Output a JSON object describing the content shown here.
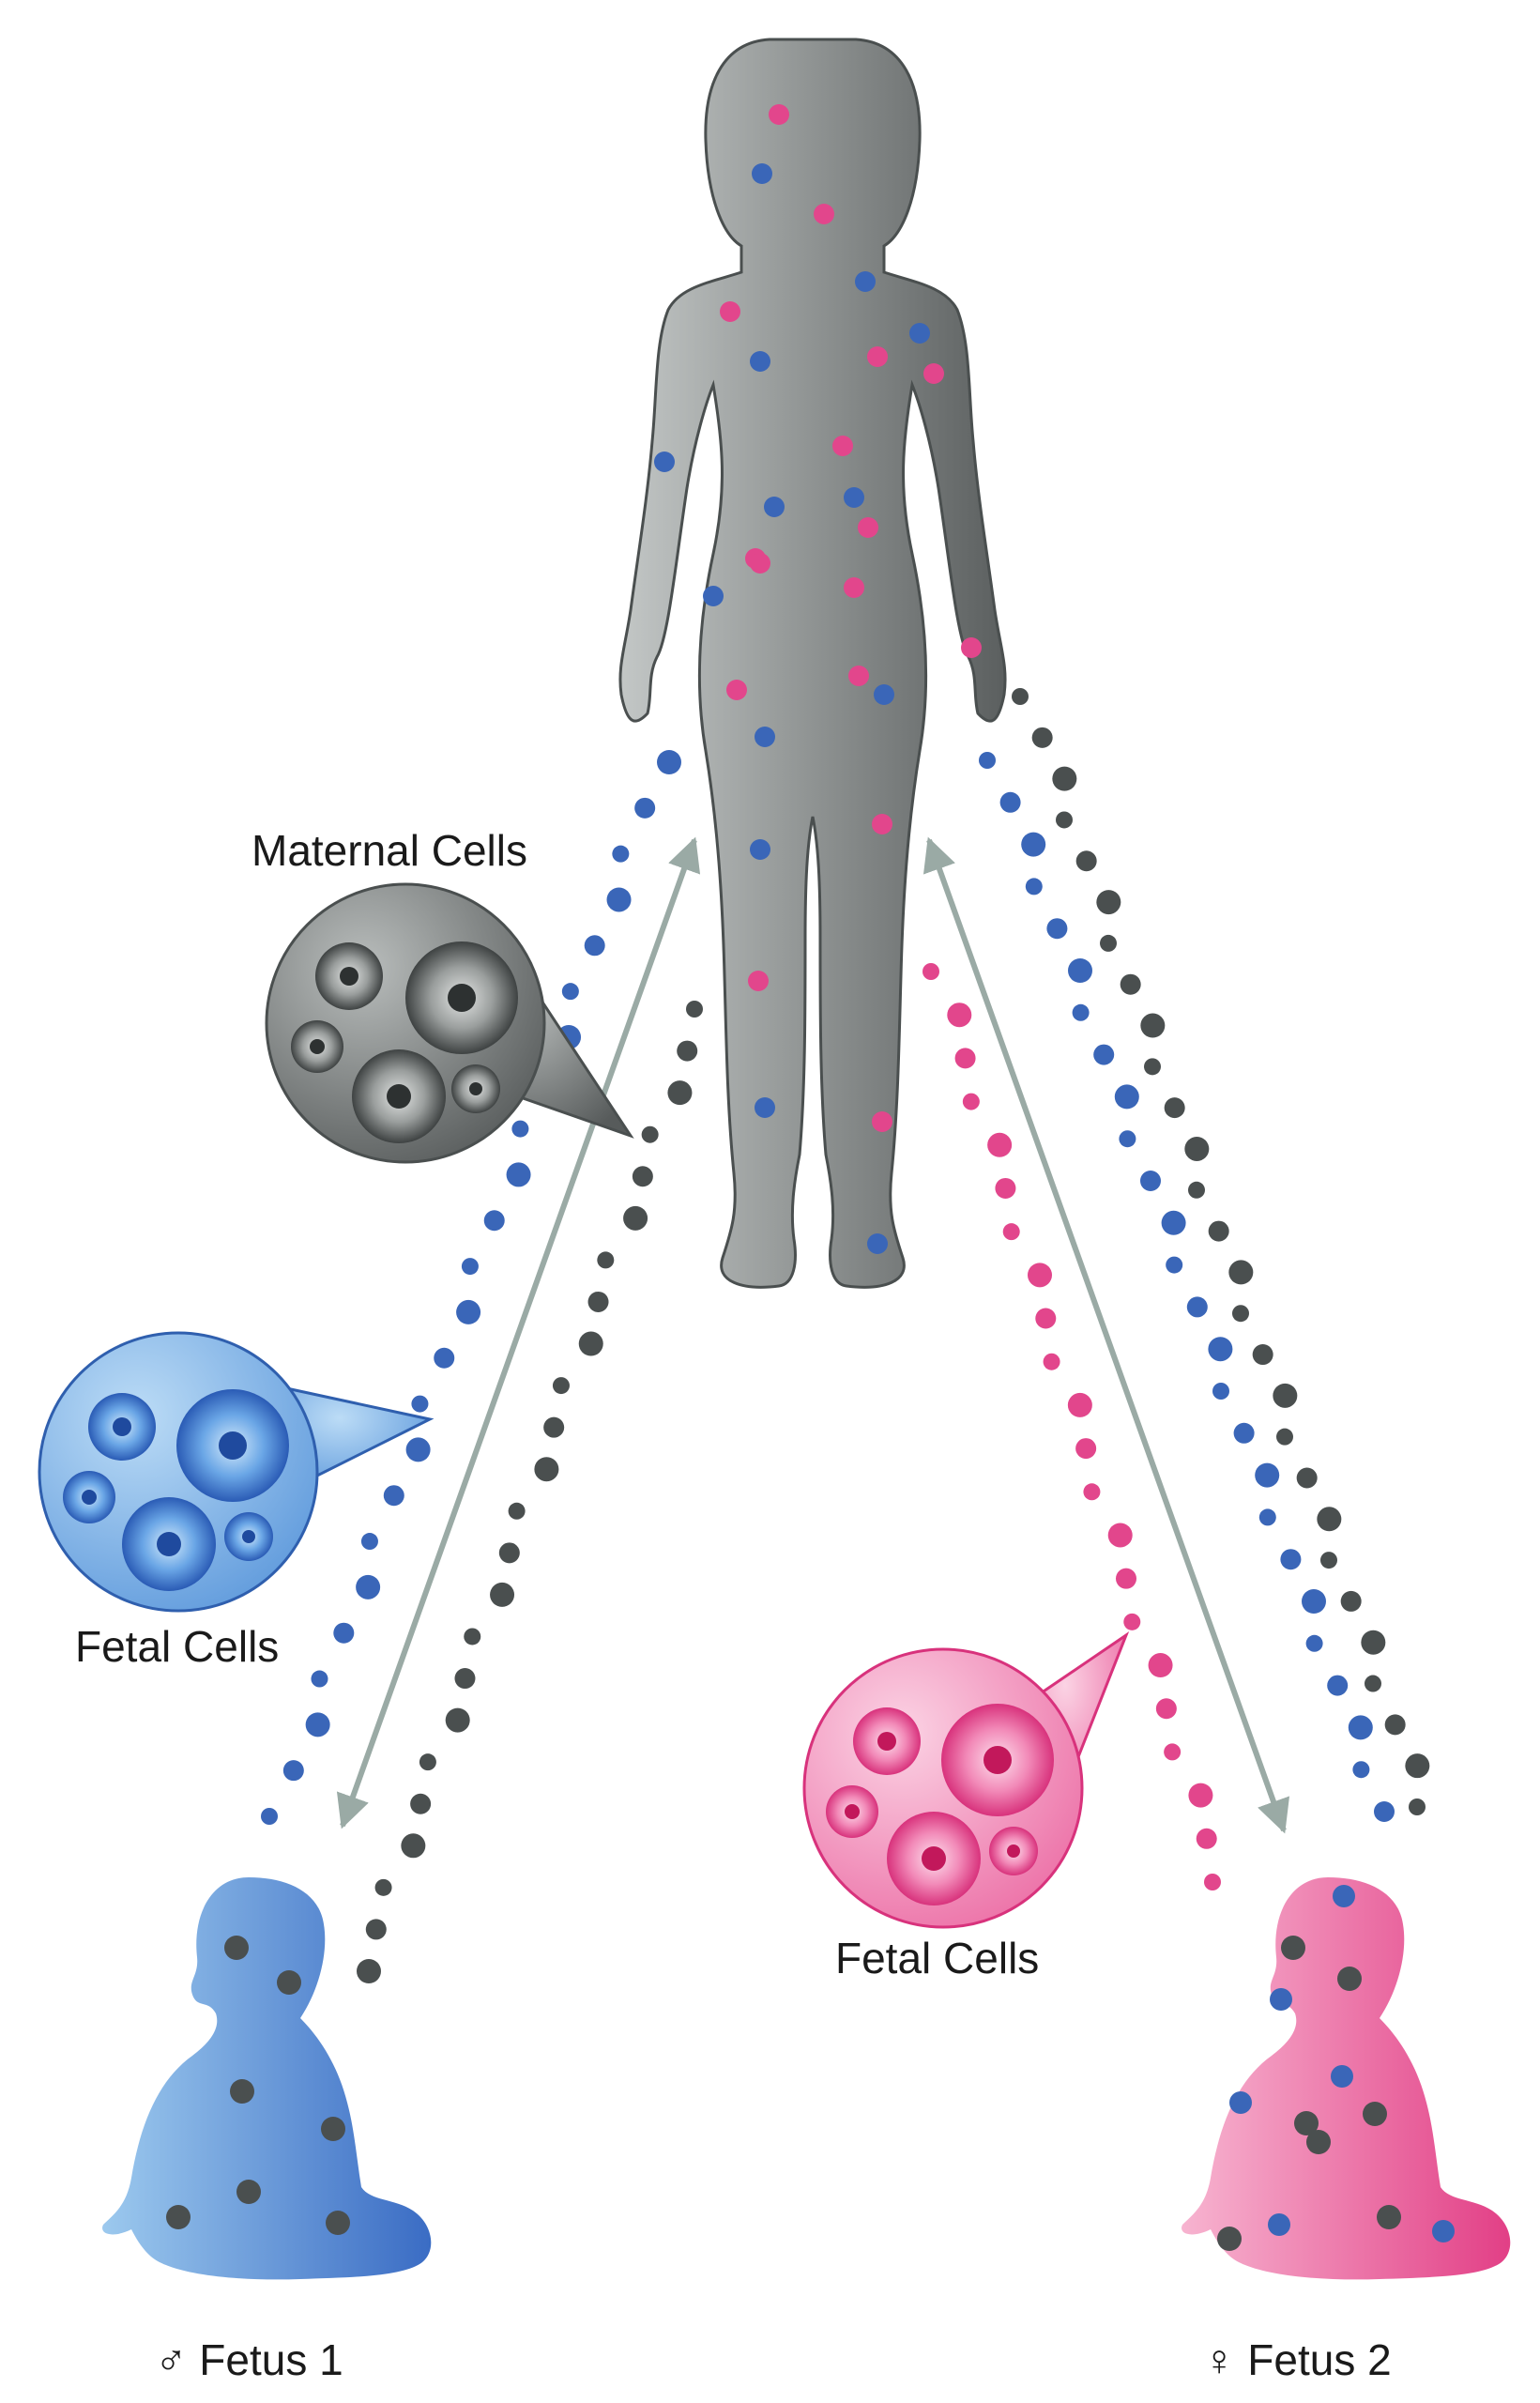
{
  "labels": {
    "maternal_cells": "Maternal Cells",
    "fetal_cells_left": "Fetal Cells",
    "fetal_cells_right": "Fetal Cells",
    "fetus1": "♂ Fetus 1",
    "fetus2": "♀ Fetus 2"
  },
  "colors": {
    "maternal": "#4a4f4f",
    "fetal_blue": "#3a66b8",
    "fetal_pink": "#e2468c",
    "arrow": "#9aaaa5",
    "mother_light": "#c3c7c6",
    "mother_dark": "#5b5f5f",
    "baby_blue_light": "#9cc9ee",
    "baby_blue_dark": "#3a6cc4",
    "baby_pink_light": "#f7b4d0",
    "baby_pink_dark": "#e23f86"
  },
  "icons": {
    "mother": "woman-silhouette",
    "fetus1": "seated-baby-silhouette",
    "fetus2": "seated-baby-silhouette",
    "male": "male-symbol",
    "female": "female-symbol"
  }
}
